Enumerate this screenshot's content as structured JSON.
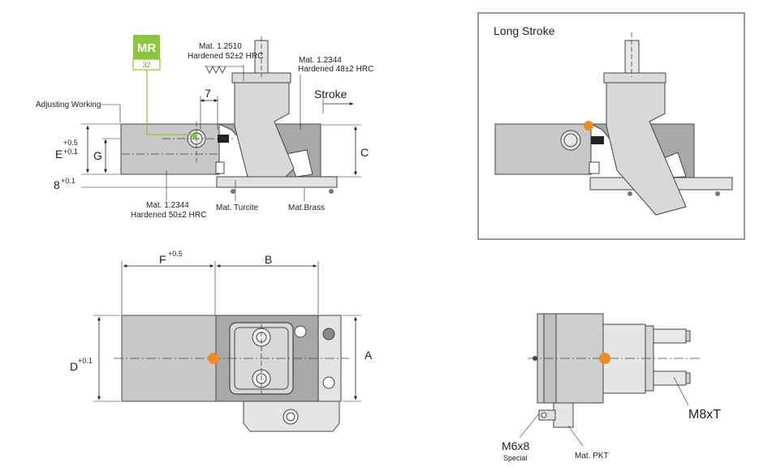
{
  "badge": {
    "title": "MR",
    "number": "32",
    "color": "#8cc63f"
  },
  "colors": {
    "accent": "#f08a24",
    "steel": "#c9c9c9",
    "steel_dark": "#a9a9a9",
    "line": "#222222"
  },
  "side_view": {
    "top_material": "Mat. 1.2510",
    "top_hardness": "Hardened 52±2 HRC",
    "cam_material": "Mat. 1.2344",
    "cam_hardness": "Hardened 48±2 HRC",
    "adjusting": "Adjusting Working",
    "dim_7": "7",
    "stroke": "Stroke",
    "dim_e": "E",
    "e_upper": "+0.5",
    "e_lower": "+0.1",
    "dim_g": "G",
    "dim_c": "C",
    "dim_8": "8",
    "dim_8_tol": "+0.1",
    "base_material": "Mat. 1.2344",
    "base_hardness": "Hardened 50±2 HRC",
    "turcite": "Mat. Turcite",
    "brass": "Mat.Brass"
  },
  "long_stroke": {
    "title": "Long Stroke"
  },
  "top_view": {
    "dim_f": "F",
    "f_tol": "+0.5",
    "dim_b": "B",
    "dim_a": "A",
    "dim_d": "D",
    "d_tol": "+0.1"
  },
  "end_view": {
    "m8": "M8xT",
    "m6": "M6x8",
    "special": "Special",
    "pkt": "Mat. PKT"
  }
}
